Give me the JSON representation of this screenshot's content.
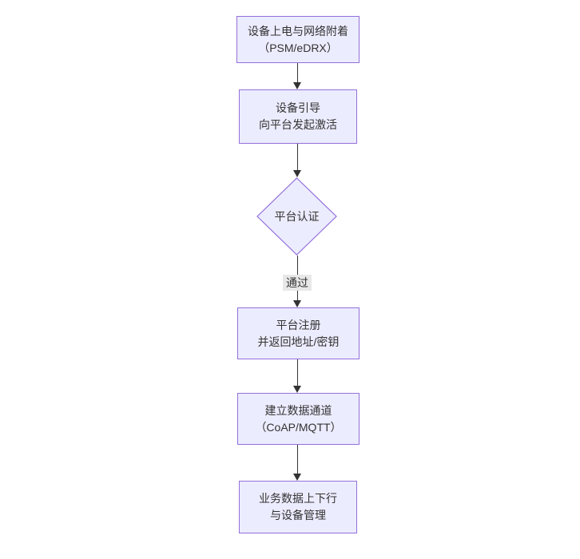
{
  "diagram": {
    "type": "flowchart",
    "direction": "top-down",
    "colors": {
      "background": "#ffffff",
      "node_fill": "#ECECFF",
      "node_border": "#9370DB",
      "edge_line": "#333333",
      "edge_label_bg": "#e8e8e8",
      "text": "#333333"
    },
    "nodes": [
      {
        "id": "A",
        "shape": "rect",
        "lines": [
          "设备上电与网络附着",
          "（PSM/eDRX）"
        ]
      },
      {
        "id": "B",
        "shape": "rect",
        "lines": [
          "设备引导",
          "向平台发起激活"
        ]
      },
      {
        "id": "C",
        "shape": "diamond",
        "lines": [
          "平台认证"
        ]
      },
      {
        "id": "D",
        "shape": "rect",
        "lines": [
          "平台注册",
          "并返回地址/密钥"
        ]
      },
      {
        "id": "E",
        "shape": "rect",
        "lines": [
          "建立数据通道",
          "（CoAP/MQTT）"
        ]
      },
      {
        "id": "F",
        "shape": "rect",
        "lines": [
          "业务数据上下行",
          "与设备管理"
        ]
      }
    ],
    "edges": [
      {
        "from": "A",
        "to": "B",
        "label": ""
      },
      {
        "from": "B",
        "to": "C",
        "label": ""
      },
      {
        "from": "C",
        "to": "D",
        "label": "通过"
      },
      {
        "from": "D",
        "to": "E",
        "label": ""
      },
      {
        "from": "E",
        "to": "F",
        "label": ""
      }
    ]
  }
}
